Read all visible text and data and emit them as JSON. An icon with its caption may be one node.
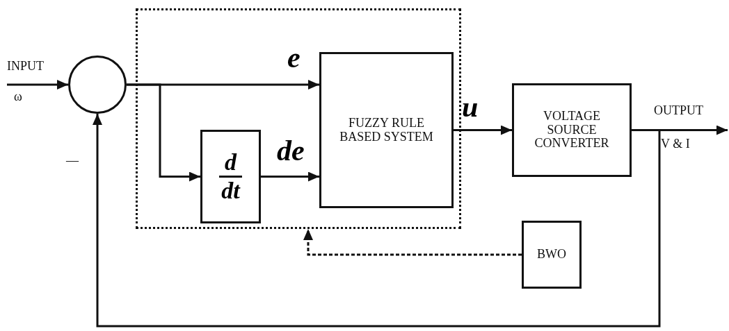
{
  "diagram": {
    "nodes": [
      {
        "text": [],
        "shape": "box"
      },
      {
        "text": [],
        "shape": "circle"
      },
      {
        "text": [
          "d",
          "dt"
        ],
        "in": 0
      },
      {
        "text": [
          "FUZZY RULE BASED SYSTEM"
        ],
        "in": 0
      },
      {
        "text": [
          "VOLTAGE SOURCE CONVERTER"
        ]
      },
      {
        "text": [
          "BWO"
        ]
      }
    ],
    "edges": [
      {
        "from": null,
        "to": 1,
        "arrow": "to"
      },
      {
        "from": 1,
        "to": 3,
        "arrow": "to",
        "label": "e"
      },
      {
        "from": 1,
        "to": 2,
        "arrow": "to"
      },
      {
        "from": 2,
        "to": 3,
        "arrow": "to",
        "label": "de"
      },
      {
        "from": 3,
        "to": 4,
        "arrow": "to",
        "label": "u"
      },
      {
        "from": 4,
        "to": null,
        "arrow": "to"
      },
      {
        "from": 4,
        "to": 1,
        "arrow": "to"
      },
      {
        "from": 5,
        "to": 0,
        "arrow": "to",
        "style": "dashed"
      }
    ],
    "labels": [
      "INPUT",
      "ω",
      "—",
      "OUTPUT",
      "V & I"
    ]
  }
}
